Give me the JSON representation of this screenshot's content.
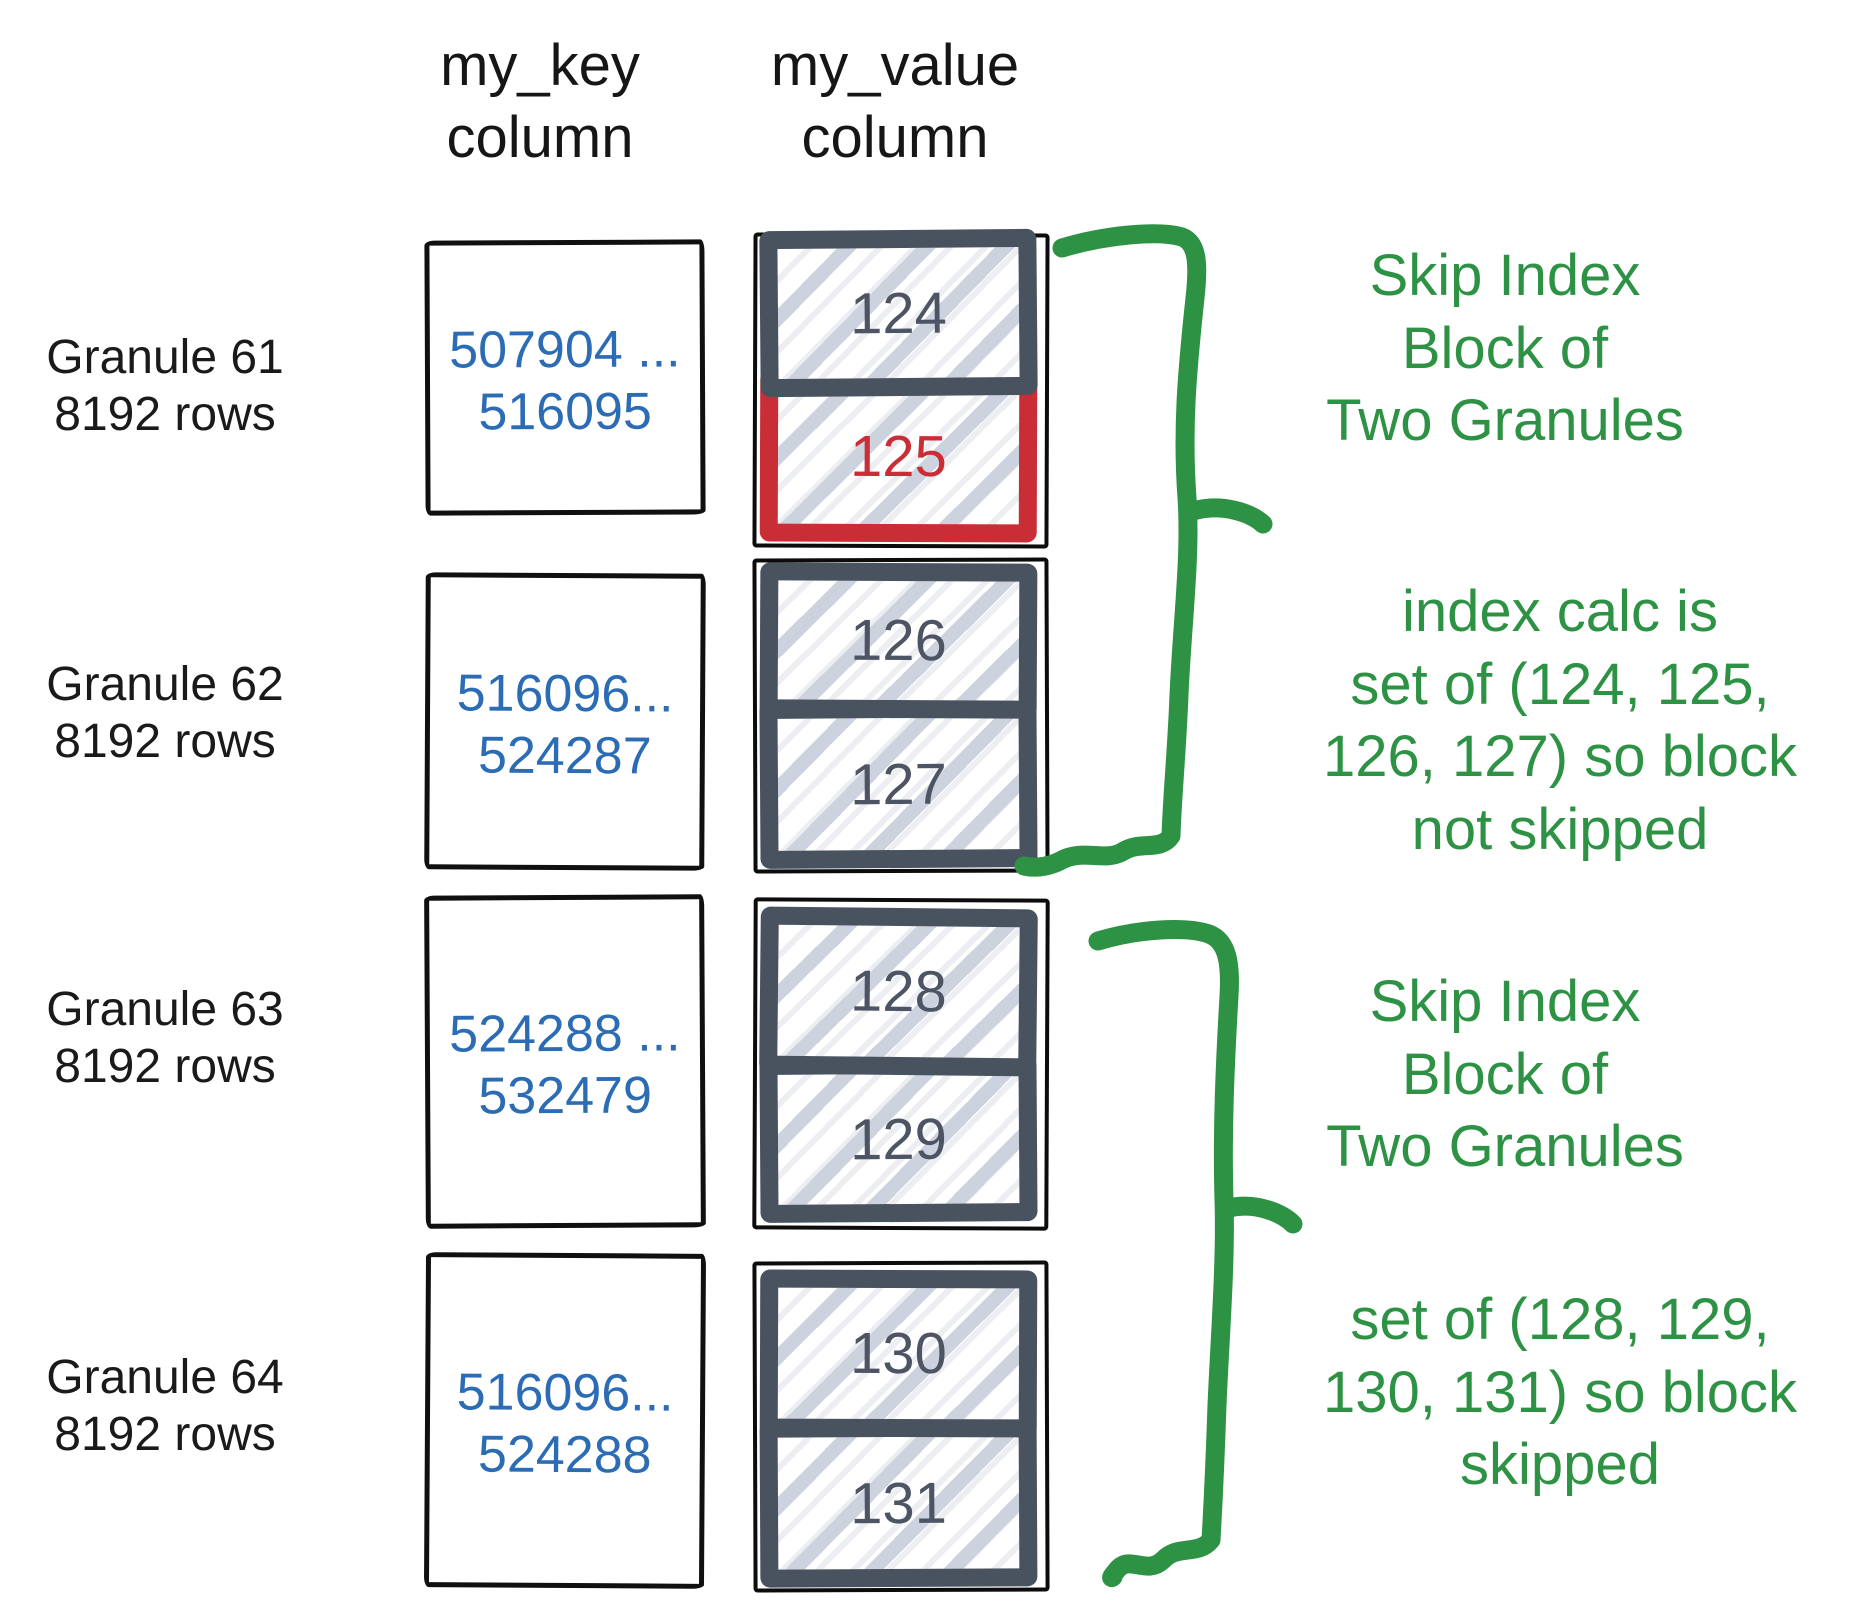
{
  "columns": {
    "key_header": "my_key\ncolumn",
    "value_header": "my_value\ncolumn"
  },
  "granules": [
    {
      "label": "Granule 61\n8192 rows",
      "key_range": "507904 ...\n516095",
      "values": [
        "124",
        "125"
      ]
    },
    {
      "label": "Granule 62\n8192 rows",
      "key_range": "516096...\n524287",
      "values": [
        "126",
        "127"
      ]
    },
    {
      "label": "Granule 63\n8192 rows",
      "key_range": "524288 ...\n532479",
      "values": [
        "128",
        "129"
      ]
    },
    {
      "label": "Granule 64\n8192 rows",
      "key_range": "516096...\n524288",
      "values": [
        "130",
        "131"
      ]
    }
  ],
  "highlight": {
    "value": "125",
    "color": "#c92d36"
  },
  "annotations": [
    {
      "text": "Skip Index\nBlock of\nTwo Granules"
    },
    {
      "text": "index calc is\nset of (124, 125,\n126, 127) so block\nnot skipped"
    },
    {
      "text": "Skip Index\nBlock of\nTwo Granules"
    },
    {
      "text": "set of (128, 129,\n130, 131) so block\nskipped"
    }
  ],
  "colors": {
    "green": "#2e9245",
    "blue": "#2b6cb4",
    "slate_border": "#49525f",
    "number_gray": "#4d5564",
    "red": "#c92d36",
    "hatch": "#cdd3de"
  }
}
